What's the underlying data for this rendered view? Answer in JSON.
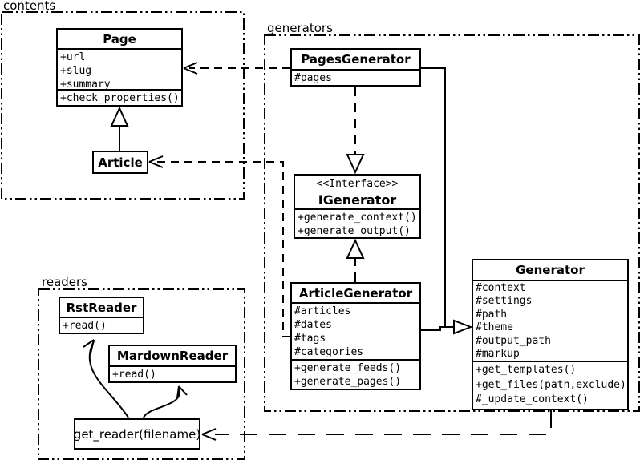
{
  "packages": {
    "contents": {
      "label": "contents"
    },
    "generators": {
      "label": "generators"
    },
    "readers": {
      "label": "readers"
    }
  },
  "classes": {
    "page": {
      "name": "Page",
      "attributes": [
        "+url",
        "+slug",
        "+summary"
      ],
      "methods": [
        "+check_properties()"
      ]
    },
    "article": {
      "name": "Article"
    },
    "pages_generator": {
      "name": "PagesGenerator",
      "attributes": [
        "#pages"
      ]
    },
    "igenerator": {
      "stereotype": "<<Interface>>",
      "name": "IGenerator",
      "methods": [
        "+generate_context()",
        "+generate_output()"
      ]
    },
    "article_generator": {
      "name": "ArticleGenerator",
      "attributes": [
        "#articles",
        "#dates",
        "#tags",
        "#categories"
      ],
      "methods": [
        "+generate_feeds()",
        "+generate_pages()"
      ]
    },
    "generator": {
      "name": "Generator",
      "attributes": [
        "#context",
        "#settings",
        "#path",
        "#theme",
        "#output_path",
        "#markup"
      ],
      "methods": [
        "+get_templates()",
        "+get_files(path,exclude)",
        "#_update_context()"
      ]
    },
    "rst_reader": {
      "name": "RstReader",
      "methods": [
        "+read()"
      ]
    },
    "markdown_reader": {
      "name": "MardownReader",
      "methods": [
        "+read()"
      ]
    },
    "get_reader": {
      "label": "get_reader(filename)"
    }
  },
  "colors": {
    "stroke": "#000000",
    "background": "#ffffff"
  }
}
